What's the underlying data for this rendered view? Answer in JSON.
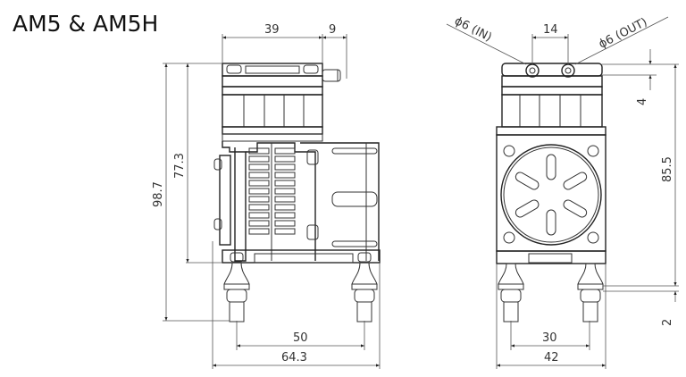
{
  "title": "AM5 & AM5H",
  "side_view": {
    "dimensions": {
      "top_width": "39",
      "port_length": "9",
      "overall_height": "98.7",
      "body_height": "77.3",
      "mount_spacing": "50",
      "overall_width": "64.3"
    }
  },
  "front_view": {
    "labels": {
      "inlet": "ϕ6 (IN)",
      "outlet": "ϕ6 (OUT)"
    },
    "dimensions": {
      "port_spacing": "14",
      "port_offset": "4",
      "height": "85.5",
      "foot_offset": "2",
      "mount_spacing": "30",
      "overall_width": "42"
    }
  },
  "colors": {
    "line": "#333333",
    "text": "#111111",
    "background": "#ffffff"
  }
}
